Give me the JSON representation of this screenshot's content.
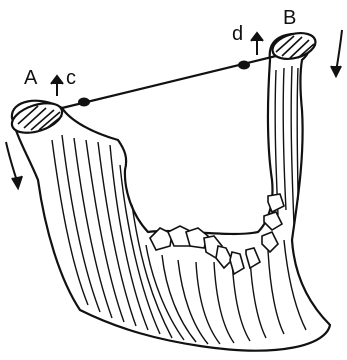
{
  "diagram": {
    "labels": {
      "A": "A",
      "B": "B",
      "c": "c",
      "d": "d"
    },
    "colors": {
      "ink": "#111111",
      "paper": "#ffffff"
    },
    "icons": [
      "up-arrow-icon",
      "curved-down-arrow-icon"
    ]
  }
}
